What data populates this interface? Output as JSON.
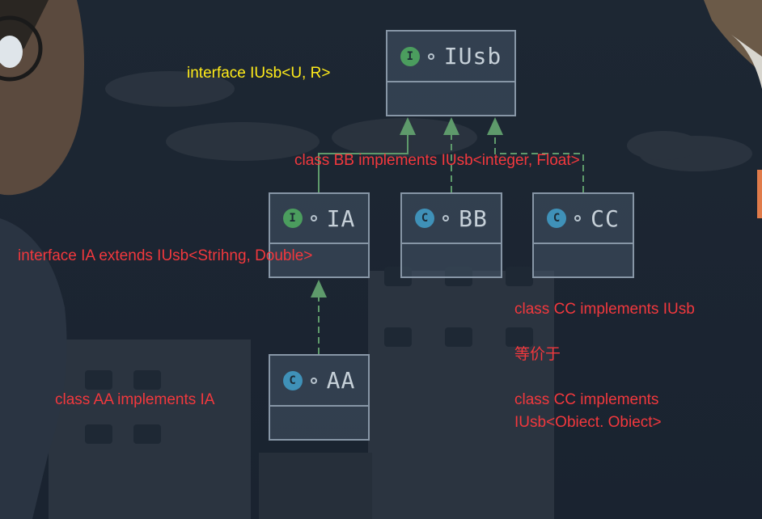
{
  "colors": {
    "interface_badge": "#4b9d5e",
    "class_badge": "#3f91b8",
    "arrow": "#5e9a6b",
    "node_border": "#8796a6",
    "note_red": "#f2383d",
    "note_yellow": "#ffeb1a"
  },
  "nodes": {
    "iusb": {
      "badge": "I",
      "kind": "interface",
      "name": "IUsb"
    },
    "ia": {
      "badge": "I",
      "kind": "interface",
      "name": "IA"
    },
    "bb": {
      "badge": "C",
      "kind": "class",
      "name": "BB"
    },
    "cc": {
      "badge": "C",
      "kind": "class",
      "name": "CC"
    },
    "aa": {
      "badge": "C",
      "kind": "class",
      "name": "AA"
    }
  },
  "edges": [
    {
      "from": "IA",
      "to": "IUsb",
      "style": "extends"
    },
    {
      "from": "BB",
      "to": "IUsb",
      "style": "implements"
    },
    {
      "from": "CC",
      "to": "IUsb",
      "style": "implements"
    },
    {
      "from": "AA",
      "to": "IA",
      "style": "implements"
    }
  ],
  "notes": {
    "iusb": "interface IUsb<U, R>",
    "bb": "class BB implements IUsb<integer, Float>",
    "ia": "interface IA extends IUsb<Strihng, Double>",
    "cc": "class CC implements IUsb",
    "equiv": "等价于",
    "cc_full_1": "class CC implements",
    "cc_full_2": "IUsb<Obiect. Obiect>",
    "aa": "class AA implements IA"
  }
}
